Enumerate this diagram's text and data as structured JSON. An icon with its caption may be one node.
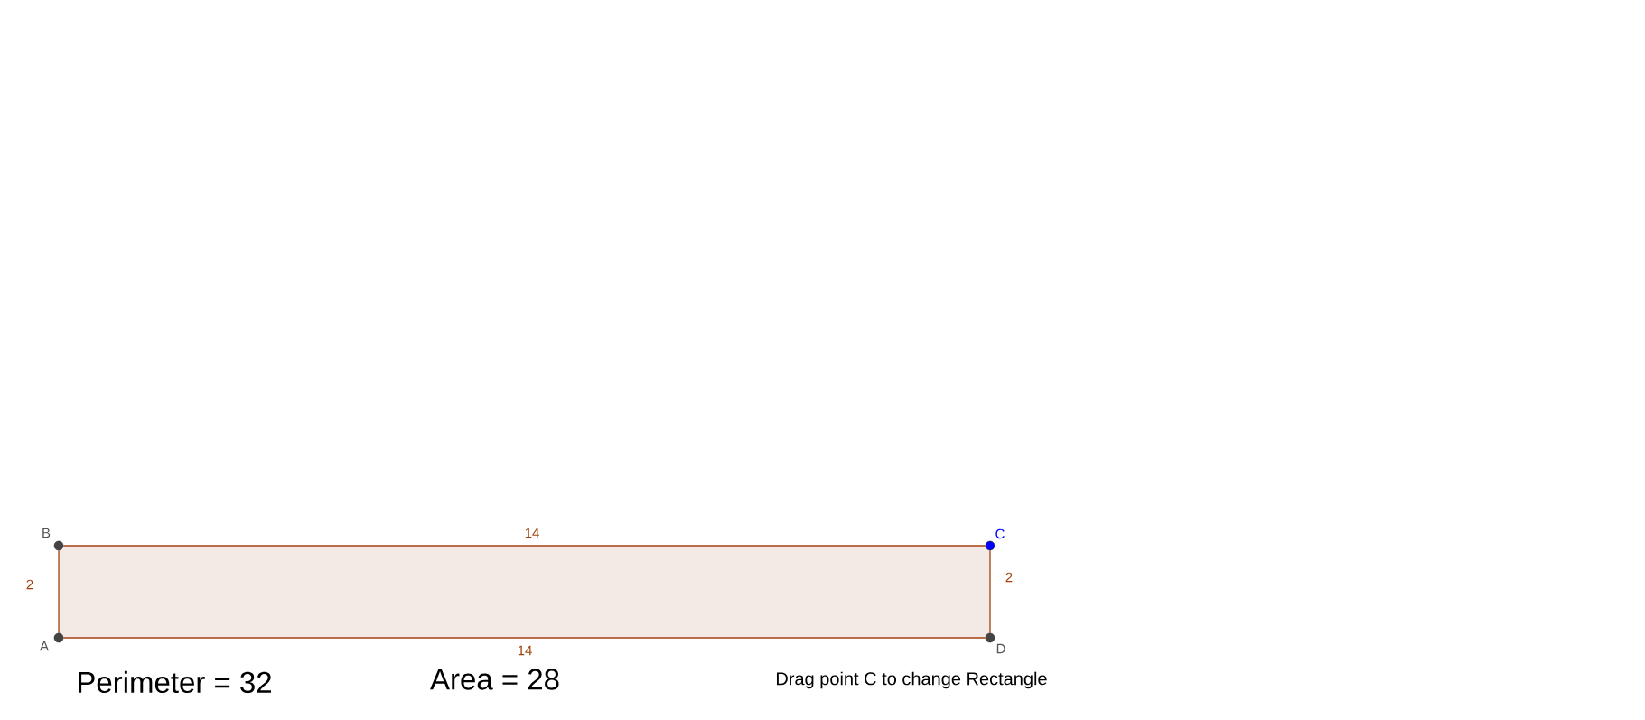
{
  "diagram": {
    "nodes": [
      {
        "text": [],
        "shape": "circle",
        "beside": [
          "B"
        ]
      },
      {
        "text": [],
        "shape": "circle",
        "beside": [
          "C"
        ]
      },
      {
        "text": [],
        "shape": "circle",
        "beside": [
          "A"
        ]
      },
      {
        "text": [],
        "shape": "circle",
        "beside": [
          "D"
        ]
      }
    ],
    "edges": [
      {
        "from": 0,
        "to": 1,
        "arrow": "none",
        "label": "14"
      },
      {
        "from": 1,
        "to": 3,
        "arrow": "none",
        "label": "2"
      },
      {
        "from": 3,
        "to": 2,
        "arrow": "none",
        "label": "14"
      },
      {
        "from": 2,
        "to": 0,
        "arrow": "none",
        "label": "2"
      }
    ],
    "labels": [
      "Perimeter = 32",
      "Area = 28",
      "Drag point C to change Rectangle"
    ]
  }
}
